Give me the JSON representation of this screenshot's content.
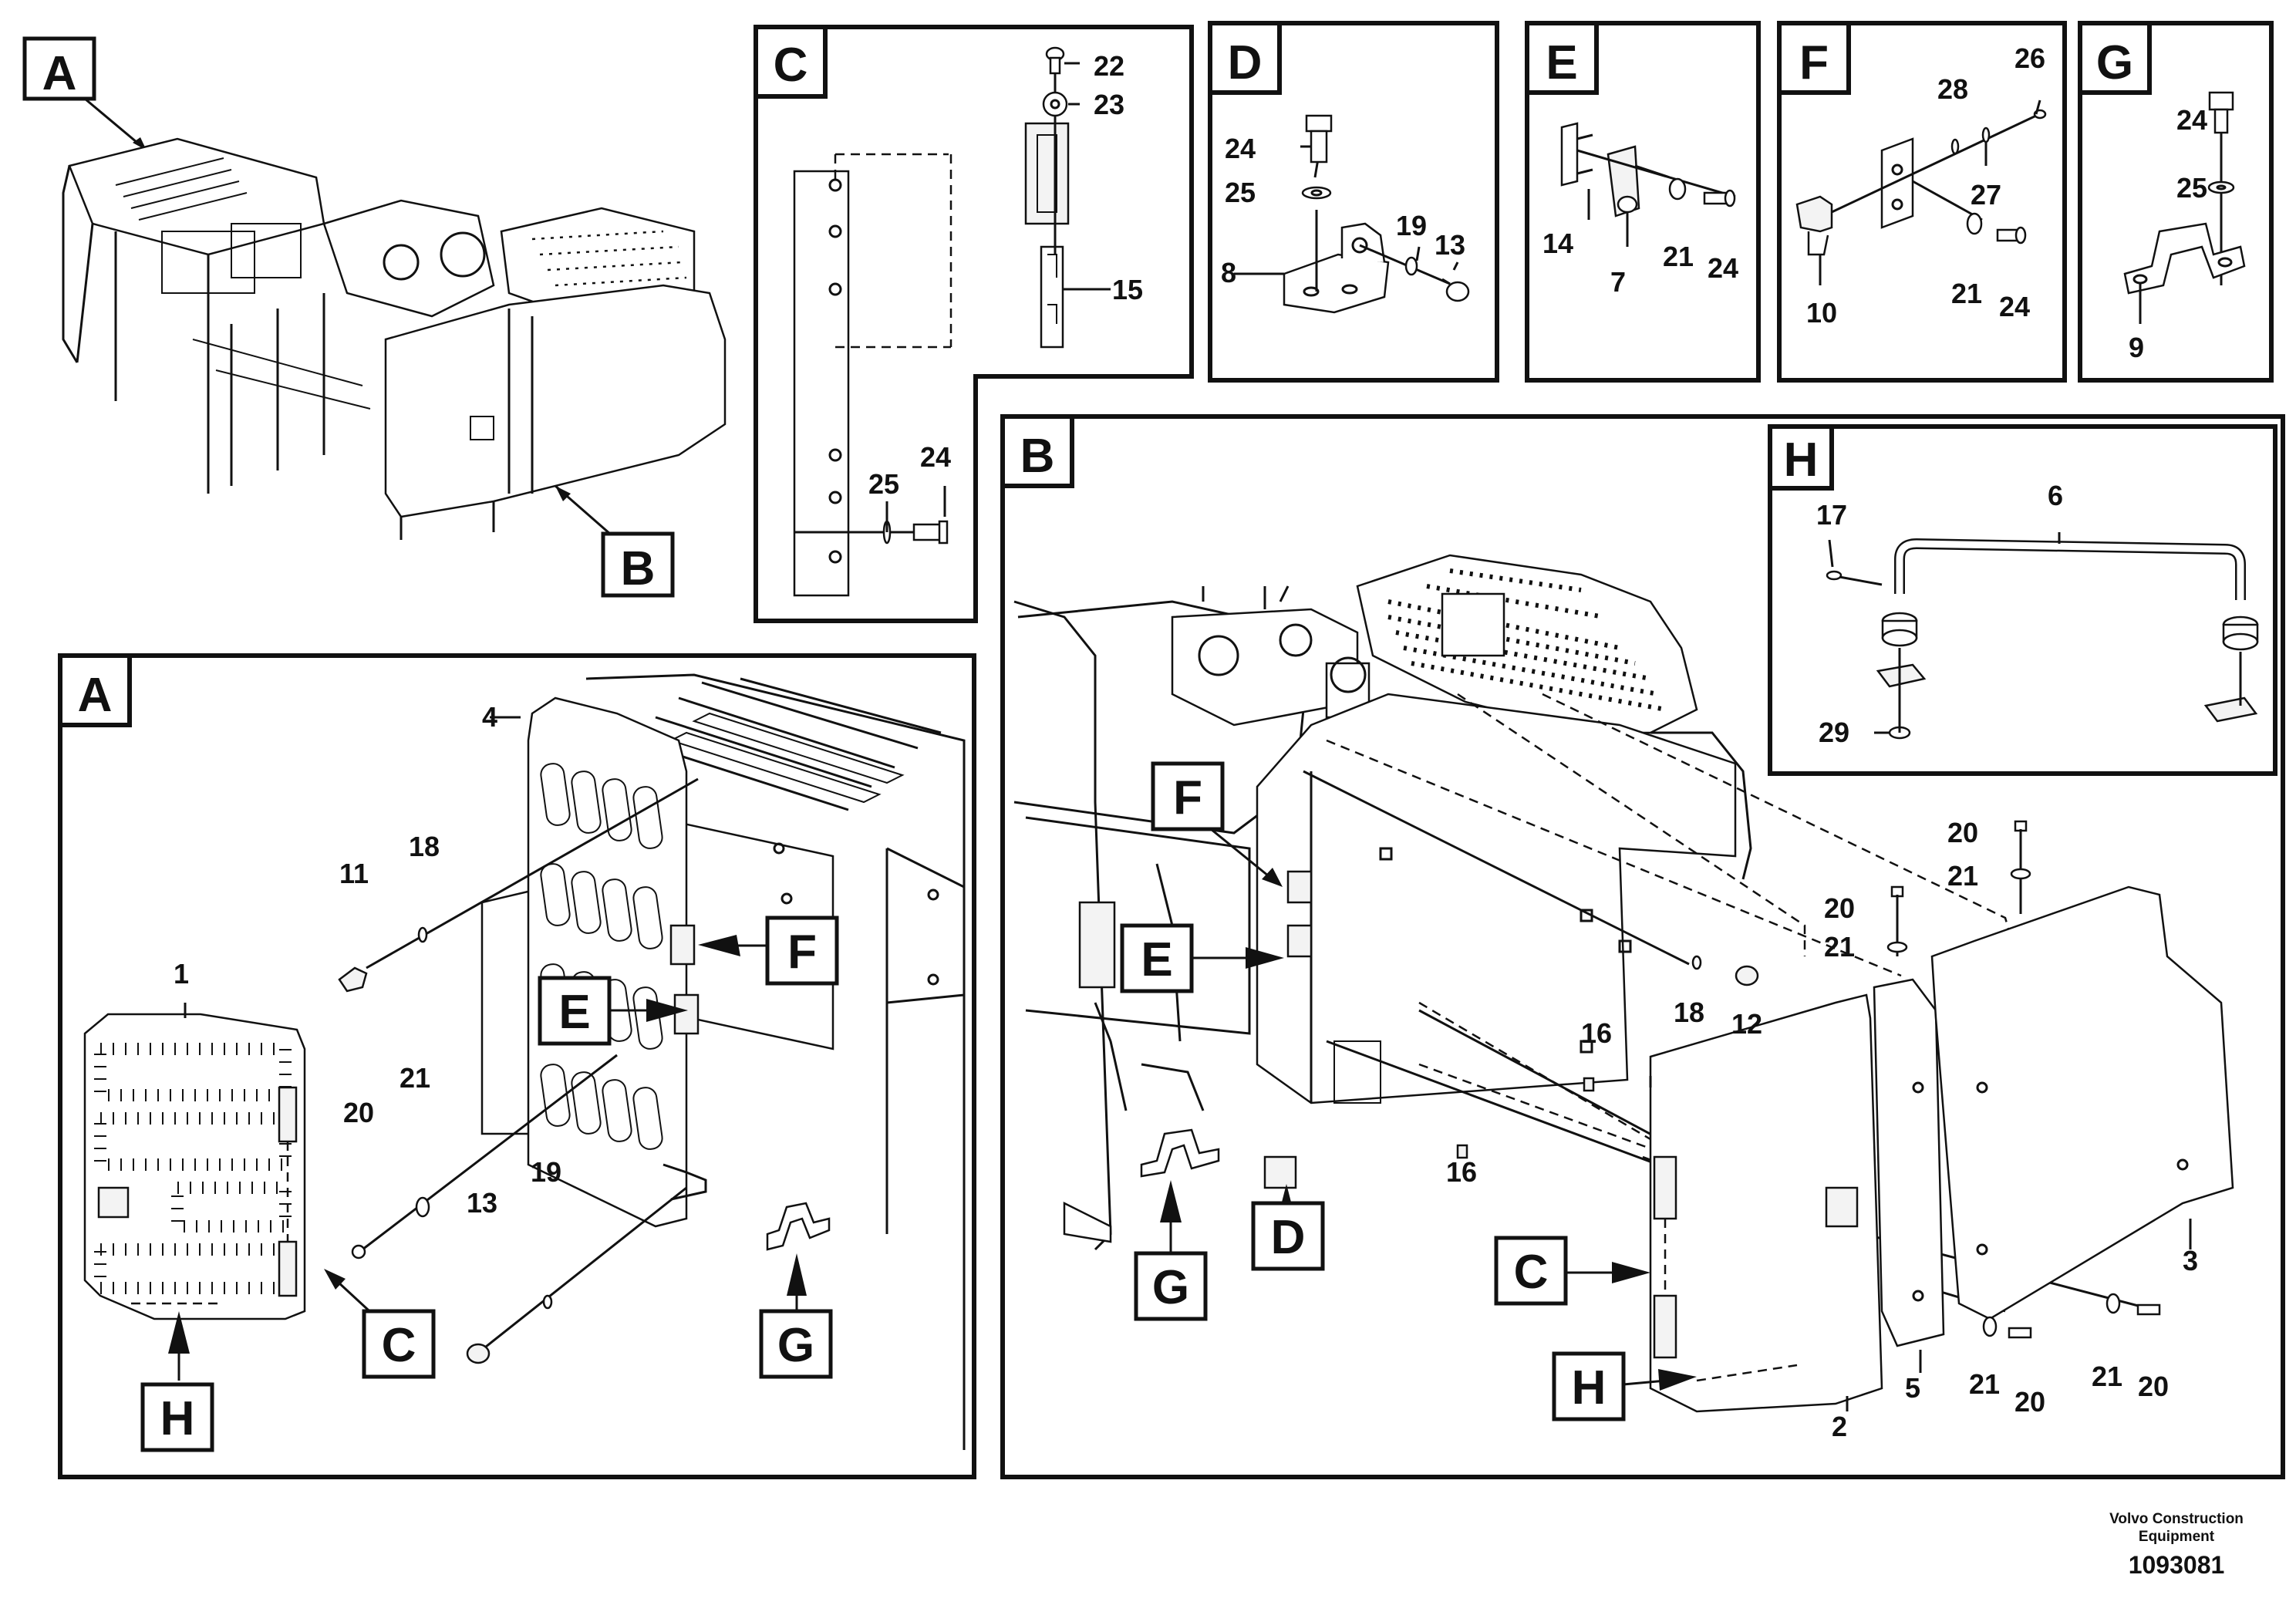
{
  "panel_letters": {
    "A": "A",
    "B": "B",
    "C": "C",
    "D": "D",
    "E": "E",
    "F": "F",
    "G": "G",
    "H": "H"
  },
  "parts": {
    "p1": "1",
    "p2": "2",
    "p3": "3",
    "p4": "4",
    "p5": "5",
    "p6": "6",
    "p7": "7",
    "p8": "8",
    "p9": "9",
    "p10": "10",
    "p11": "11",
    "p12": "12",
    "p13": "13",
    "p14": "14",
    "p15": "15",
    "p16": "16",
    "p17": "17",
    "p18": "18",
    "p19": "19",
    "p20": "20",
    "p21": "21",
    "p22": "22",
    "p23": "23",
    "p24": "24",
    "p25": "25",
    "p26": "26",
    "p27": "27",
    "p28": "28",
    "p29": "29"
  },
  "footer": {
    "brand_line1": "Volvo Construction",
    "brand_line2": "Equipment",
    "drawing_number": "1093081"
  }
}
